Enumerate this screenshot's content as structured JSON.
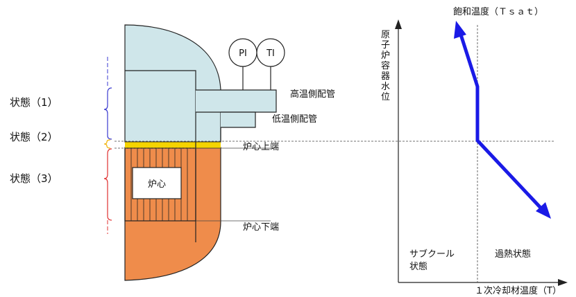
{
  "states": {
    "s1": "状態（1）",
    "s2": "状態（2）",
    "s3": "状態（3）"
  },
  "labels": {
    "pi": "PI",
    "ti": "TI",
    "hot_pipe": "高温側配管",
    "cold_pipe": "低温側配管",
    "core_top": "炉心上端",
    "core_bottom": "炉心下端",
    "core": "炉心"
  },
  "graph": {
    "sat_temp": "飽和温度（Ｔｓａｔ）",
    "y_axis_chars": [
      "原",
      "子",
      "炉",
      "容",
      "器",
      "水",
      "位"
    ],
    "subcool_line1": "サブクール",
    "subcool_line2": "状態",
    "superheat": "過熱状態",
    "x_axis": "１次冷却材温度（T）"
  },
  "colors": {
    "steam_region": "#cfe6ea",
    "water_region": "#ef8c4b",
    "core_band": "#f5d400",
    "trajectory": "#1a1ae6",
    "brace_blue": "#3a3ad0",
    "brace_red": "#e03030"
  }
}
